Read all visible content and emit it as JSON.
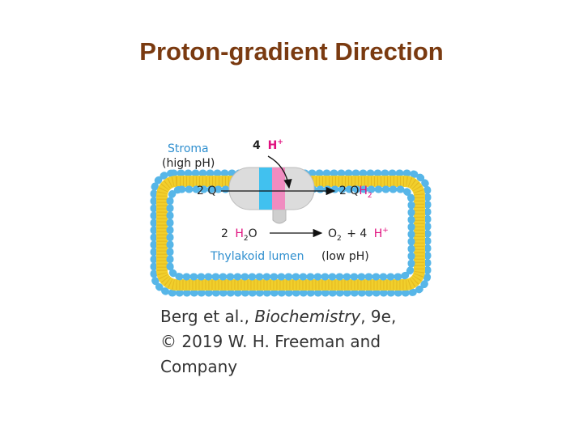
{
  "slide": {
    "title": "Proton-gradient Direction"
  },
  "diagram": {
    "stroma_label": "Stroma",
    "stroma_ph": "(high pH)",
    "top_h_coeff": "4",
    "top_h": "H",
    "left_q": "2 Q",
    "right_q": "2 Q",
    "right_h2": "H",
    "right_h2_sub": "2",
    "water_coeff": "2",
    "water_h": "H",
    "water_sub": "2",
    "water_o": "O",
    "oxygen": "O",
    "oxygen_sub": "2",
    "product_plus": "+ 4",
    "product_h": "H",
    "plus_sign": "+",
    "lumen_label": "Thylakoid lumen",
    "lumen_ph": "(low pH)",
    "colors": {
      "stroma_text": "#2f8fcf",
      "proton_magenta": "#e0117f",
      "lumen_text": "#2f8fcf",
      "membrane_yellow": "#f1cf2c",
      "lipid_head_blue": "#57b6e8",
      "protein_gray": "#d9d9d9",
      "protein_cyan": "#41c1ef",
      "protein_pink": "#f08cc0"
    }
  },
  "citation": {
    "author": "Berg et al.,",
    "journal": "Biochemistry",
    "edition": ", 9e,",
    "line2": "© 2019 W. H. Freeman and",
    "line3": "Company"
  }
}
